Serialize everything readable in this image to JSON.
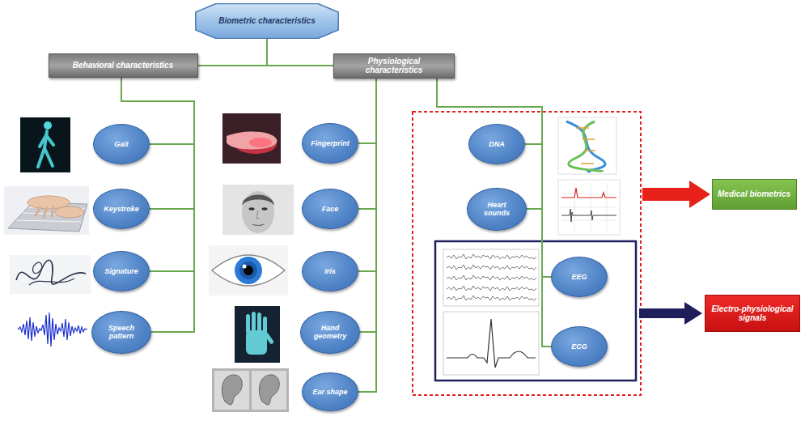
{
  "diagram": {
    "nodes": [
      {
        "text": [
          "Biometric characteristics"
        ]
      },
      {
        "text": [
          "Behavioral characteristics"
        ]
      },
      {
        "text": [
          "Physiological characteristics"
        ]
      },
      {
        "text": [
          "Gait"
        ]
      },
      {
        "text": [
          "Keystroke"
        ]
      },
      {
        "text": [
          "Signature"
        ]
      },
      {
        "text": [
          "Speech pattern"
        ]
      },
      {
        "text": [
          "Fingerprint"
        ]
      },
      {
        "text": [
          "Face"
        ]
      },
      {
        "text": [
          "Iris"
        ]
      },
      {
        "text": [
          "Hand geometry"
        ]
      },
      {
        "text": [
          "Ear shape"
        ]
      },
      {
        "text": [
          "DNA"
        ]
      },
      {
        "text": [
          "Heart sounds"
        ]
      },
      {
        "text": [
          "EEG"
        ]
      },
      {
        "text": [
          "ECG"
        ]
      },
      {
        "text": [
          "Medical biometrics"
        ]
      },
      {
        "text": [
          "Electro-physiological signals"
        ]
      }
    ],
    "edges": [
      {
        "from": 0,
        "to": 1,
        "arrow": "none"
      },
      {
        "from": 0,
        "to": 2,
        "arrow": "none"
      },
      {
        "from": 1,
        "to": 3,
        "arrow": "none"
      },
      {
        "from": 1,
        "to": 4,
        "arrow": "none"
      },
      {
        "from": 1,
        "to": 5,
        "arrow": "none"
      },
      {
        "from": 1,
        "to": 6,
        "arrow": "none"
      },
      {
        "from": 2,
        "to": 7,
        "arrow": "none"
      },
      {
        "from": 2,
        "to": 8,
        "arrow": "none"
      },
      {
        "from": 2,
        "to": 9,
        "arrow": "none"
      },
      {
        "from": 2,
        "to": 10,
        "arrow": "none"
      },
      {
        "from": 2,
        "to": 11,
        "arrow": "none"
      },
      {
        "from": 2,
        "to": 12,
        "arrow": "none"
      },
      {
        "from": 2,
        "to": 13,
        "arrow": "none"
      },
      {
        "from": 2,
        "to": 14,
        "arrow": "none"
      },
      {
        "from": 2,
        "to": 15,
        "arrow": "none"
      }
    ]
  }
}
